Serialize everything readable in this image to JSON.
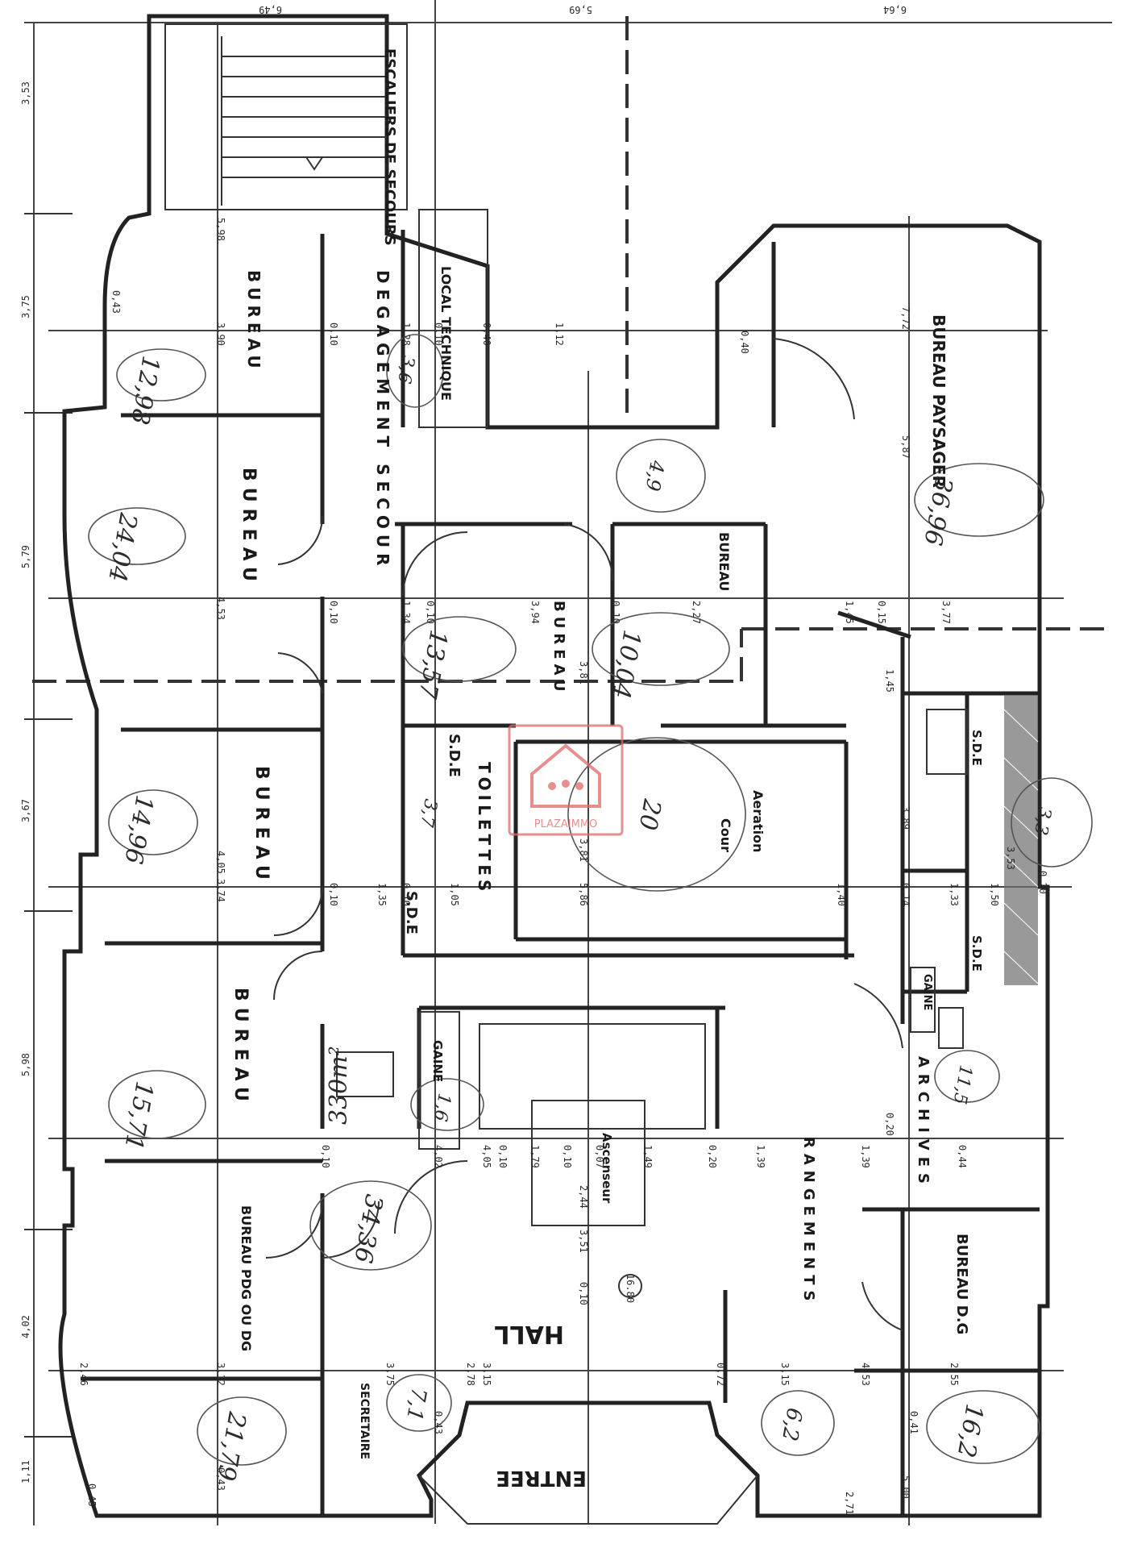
{
  "accent": "#e06a6a",
  "rooms": {
    "escaliers": "ESCALIERS DE SECOURS",
    "bureau_1": "BUREAU",
    "degagement": "DEGAGEMENT SECOUR",
    "local_technique": "LOCAL TECHNIQUE",
    "bureau_2": "BUREAU",
    "bureau_small": "BUREAU",
    "bureau_paysager": "BUREAU PAYSAGER",
    "bureau_center": "BUREAU",
    "bureau_3": "BUREAU",
    "sde_1": "S.D.E",
    "toilettes": "TOILETTES",
    "sde_2": "S.D.E",
    "cour": "Cour",
    "aeration": "Aeration",
    "sde_3": "S.D.E",
    "sde_4": "S.D.E",
    "gaine_right": "GAINE",
    "bureau_4": "BUREAU",
    "gaine_center": "GAINE",
    "ascenseur": "Ascenseur",
    "archives": "ARCHIVES",
    "rangements": "RANGEMENTS",
    "bureau_pdg": "BUREAU PDG OU DG",
    "hall": "HALL",
    "bureau_dg": "BUREAU D.G",
    "secretaire": "SECRETAIRE",
    "entree": "ENTREE"
  },
  "total_area": "330m²",
  "hall_ref": "16.80",
  "areas": {
    "a1": "12,98",
    "a2": "3,6",
    "a3": "24,04",
    "a4": "4,9",
    "a5": "36,96",
    "a6": "13,57",
    "a7": "10,04",
    "a8": "14,96",
    "a9": "3,7",
    "a10": "20",
    "a11": "3,3",
    "a12": "15,71",
    "a13": "1,6",
    "a14": "11,5",
    "a15": "34,36",
    "a16": "21,79",
    "a17": "7,1",
    "a18": "6,2",
    "a19": "16,2"
  },
  "left_dims": [
    "3,53",
    "3,75",
    "5,79",
    "3,67",
    "5,98",
    "4,02",
    "1,11"
  ],
  "top_dims": [
    "6,49",
    "5,69",
    "6,64"
  ],
  "inner_dims": [
    "0,43",
    "3,90",
    "0,10",
    "1,28",
    "0,10",
    "0,40",
    "1,12",
    "0,40",
    "5,98",
    "7,72",
    "5,87",
    "4,53",
    "0,10",
    "1,34",
    "0,10",
    "3,94",
    "0,10",
    "2,27",
    "1,45",
    "0,15",
    "3,77",
    "1,45",
    "3,81",
    "4,05",
    "3,74",
    "0,10",
    "1,35",
    "0,10",
    "1,05",
    "3,81",
    "5,86",
    "1,40",
    "0,14",
    "1,33",
    "1,50",
    "0,20",
    "3,89",
    "0,10",
    "4,02",
    "4,05",
    "0,10",
    "1,79",
    "0,10",
    "0,07",
    "1,49",
    "0,20",
    "1,39",
    "0,20",
    "1,39",
    "0,44",
    "2,44",
    "3,51",
    "0,10",
    "3,15",
    "3,75",
    "2,78",
    "0,72",
    "3,15",
    "4,53",
    "2,55",
    "0,41",
    "2,46",
    "3,12",
    "3,53",
    "5,00",
    "0,45",
    "0,43",
    "0,43",
    "2,71"
  ],
  "watermark": "PLAZAIMMO"
}
